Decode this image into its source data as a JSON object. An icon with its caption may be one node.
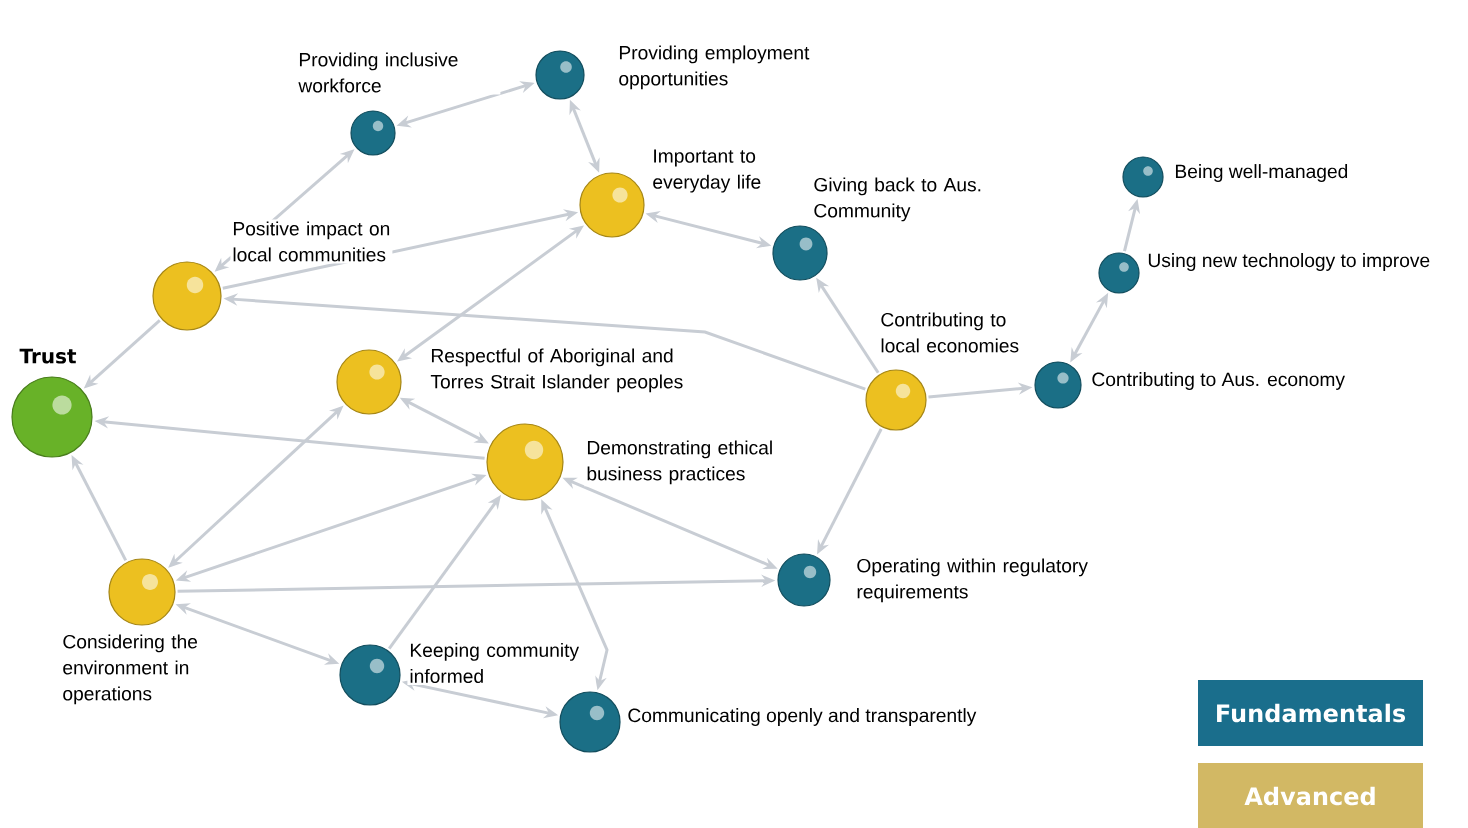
{
  "diagram": {
    "nodes": [
      {
        "text": [
          "Trust"
        ]
      },
      {
        "text": [
          "Providing inclusive workforce"
        ]
      },
      {
        "text": [
          "Providing employment opportunities"
        ]
      },
      {
        "text": [
          "Important to everyday life"
        ]
      },
      {
        "text": [
          "Positive impact on local communities"
        ]
      },
      {
        "text": [
          "Giving back to Aus. Community"
        ]
      },
      {
        "text": [
          "Being well-managed"
        ]
      },
      {
        "text": [
          "Using new technology to improve"
        ]
      },
      {
        "text": [
          "Respectful of Aboriginal and Torres Strait Islander peoples"
        ]
      },
      {
        "text": [
          "Contributing to local economies"
        ]
      },
      {
        "text": [
          "Contributing to Aus. economy"
        ]
      },
      {
        "text": [
          "Demonstrating ethical business practices"
        ]
      },
      {
        "text": [
          "Considering the environment in operations"
        ]
      },
      {
        "text": [
          "Operating within regulatory requirements"
        ]
      },
      {
        "text": [
          "Keeping community informed"
        ]
      },
      {
        "text": [
          "Communicating openly and transparently"
        ]
      }
    ],
    "edges": [
      {
        "from": 1,
        "to": 2,
        "arrow": "both"
      },
      {
        "from": 4,
        "to": 1,
        "arrow": "both"
      },
      {
        "from": 2,
        "to": 3,
        "arrow": "both"
      },
      {
        "from": 4,
        "to": 3,
        "arrow": "to"
      },
      {
        "from": 3,
        "to": 5,
        "arrow": "both"
      },
      {
        "from": 8,
        "to": 3,
        "arrow": "both"
      },
      {
        "from": 4,
        "to": 0,
        "arrow": "to"
      },
      {
        "from": 9,
        "to": 4,
        "arrow": "to"
      },
      {
        "from": 11,
        "to": 0,
        "arrow": "to"
      },
      {
        "from": 12,
        "to": 0,
        "arrow": "to"
      },
      {
        "from": 8,
        "to": 11,
        "arrow": "both"
      },
      {
        "from": 12,
        "to": 8,
        "arrow": "both"
      },
      {
        "from": 12,
        "to": 11,
        "arrow": "both"
      },
      {
        "from": 12,
        "to": 13,
        "arrow": "to"
      },
      {
        "from": 9,
        "to": 5,
        "arrow": "to"
      },
      {
        "from": 9,
        "to": 10,
        "arrow": "to"
      },
      {
        "from": 9,
        "to": 13,
        "arrow": "to"
      },
      {
        "from": 10,
        "to": 7,
        "arrow": "both"
      },
      {
        "from": 7,
        "to": 6,
        "arrow": "to"
      },
      {
        "from": 11,
        "to": 13,
        "arrow": "both"
      },
      {
        "from": 12,
        "to": 14,
        "arrow": "both"
      },
      {
        "from": 14,
        "to": 11,
        "arrow": "to"
      },
      {
        "from": 11,
        "to": 15,
        "arrow": "both"
      },
      {
        "from": 14,
        "to": 15,
        "arrow": "both"
      }
    ],
    "legend": [
      {
        "text": "Fundamentals",
        "color": "#1a6e8c"
      },
      {
        "text": "Advanced",
        "color": "#d2b864"
      }
    ]
  }
}
